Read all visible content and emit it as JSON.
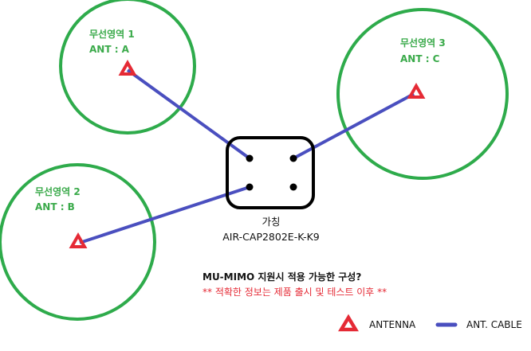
{
  "colors": {
    "zone_circle": "#2eab4b",
    "zone_text": "#3aaa4a",
    "antenna": "#e52a35",
    "cable": "#4a4fbf",
    "ap_box": "#000000",
    "note_primary": "#111111",
    "note_warning": "#e52a35"
  },
  "zones": [
    {
      "title": "무선영역 1",
      "antenna": "ANT : A"
    },
    {
      "title": "무선영역 2",
      "antenna": "ANT : B"
    },
    {
      "title": "무선영역 3",
      "antenna": "ANT : C"
    }
  ],
  "access_point": {
    "name": "가칭",
    "model": "AIR-CAP2802E-K-K9"
  },
  "notes": {
    "question": "MU-MIMO 지원시 적용 가능한 구성?",
    "disclaimer": "** 적확한 정보는 제품 출시 및 테스트 이후 **"
  },
  "legend": {
    "antenna_label": "ANTENNA",
    "cable_label": "ANT. CABLE"
  }
}
